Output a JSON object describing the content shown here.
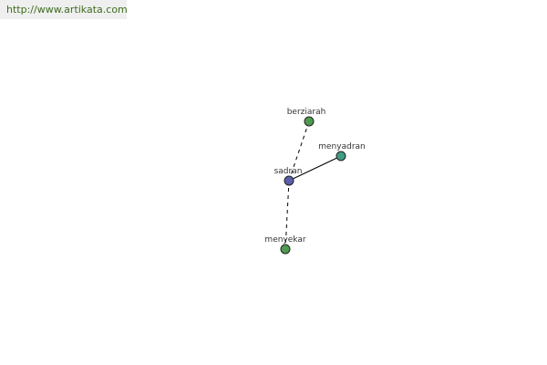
{
  "banner": {
    "url": "http://www.artikata.com"
  },
  "graph": {
    "center_word": "sadran",
    "related": [
      {
        "word": "berziarah",
        "link": "dashed"
      },
      {
        "word": "menyadran",
        "link": "solid"
      },
      {
        "word": "menyekar",
        "link": "dashed"
      }
    ],
    "colors": {
      "center_node": "#5b5ea8",
      "green_node": "#4f9a4f",
      "teal_node": "#3f9a86"
    }
  }
}
